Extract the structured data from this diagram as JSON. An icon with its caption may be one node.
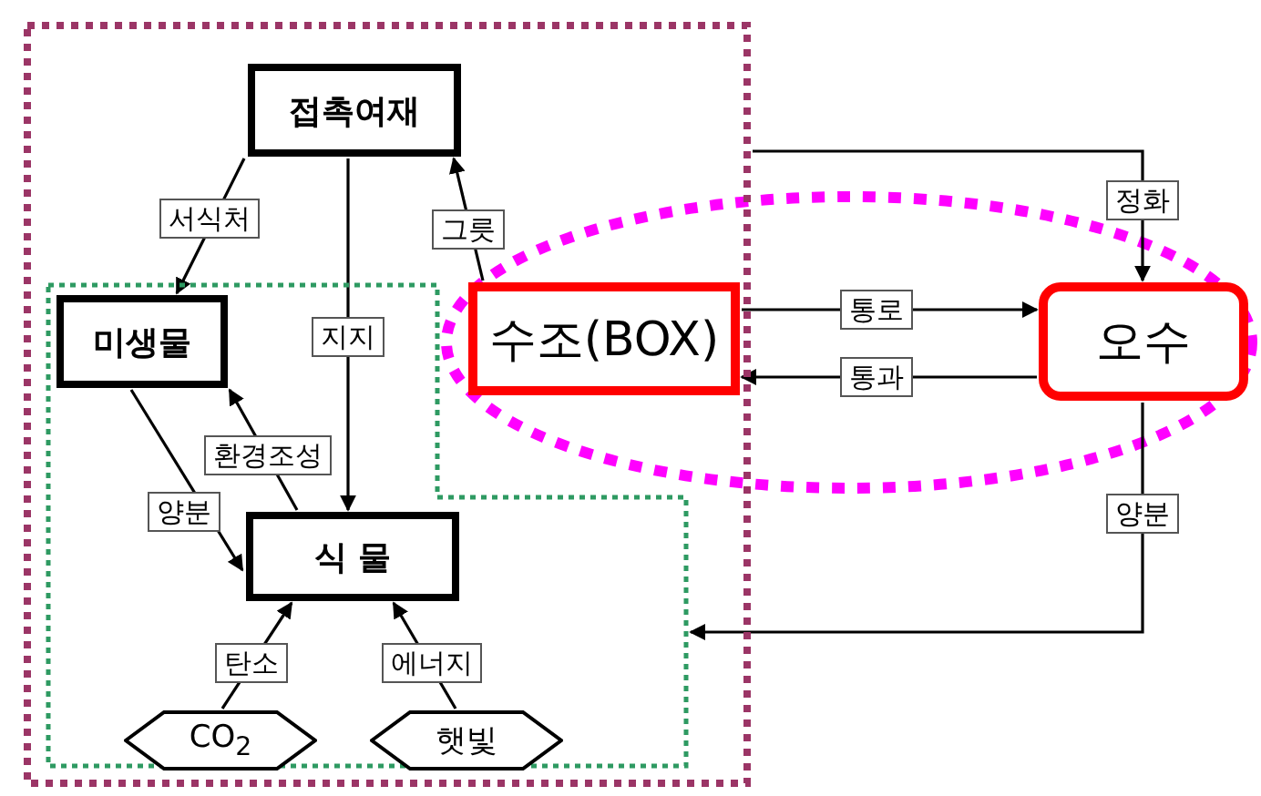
{
  "diagram": {
    "nodes": [
      {
        "text": [],
        "shape": "box"
      },
      {
        "text": [
          "접촉여재"
        ],
        "in": 0
      },
      {
        "text": [],
        "shape": "box",
        "in": 0
      },
      {
        "text": [
          "미생물"
        ],
        "in": 2
      },
      {
        "text": [
          "수조(BOX)"
        ],
        "in": 0
      },
      {
        "text": [
          "오수"
        ]
      },
      {
        "text": [
          "식 물"
        ],
        "in": 2
      },
      {
        "text": [
          "CO$_{2}$"
        ],
        "in": 2
      },
      {
        "text": [
          "햇빛"
        ],
        "in": 2
      }
    ],
    "edges": [
      {
        "from": 1,
        "to": 3,
        "arrow": "to",
        "label": "서식처"
      },
      {
        "from": 1,
        "to": 6,
        "arrow": "to",
        "label": "지지"
      },
      {
        "from": 4,
        "to": 1,
        "arrow": "to",
        "label": "그릇"
      },
      {
        "from": 3,
        "to": 6,
        "arrow": "to",
        "label": "양분"
      },
      {
        "from": 6,
        "to": 3,
        "arrow": "to",
        "label": "환경조성"
      },
      {
        "from": 7,
        "to": 6,
        "arrow": "to",
        "label": "탄소"
      },
      {
        "from": 8,
        "to": 6,
        "arrow": "to",
        "label": "에너지"
      },
      {
        "from": 4,
        "to": 5,
        "arrow": "to",
        "label": "통로"
      },
      {
        "from": 5,
        "to": 4,
        "arrow": "to",
        "label": "통과"
      },
      {
        "from": 0,
        "to": 5,
        "arrow": "to",
        "label": "정화"
      },
      {
        "from": 5,
        "to": 2,
        "arrow": "to",
        "label": "양분"
      }
    ]
  }
}
